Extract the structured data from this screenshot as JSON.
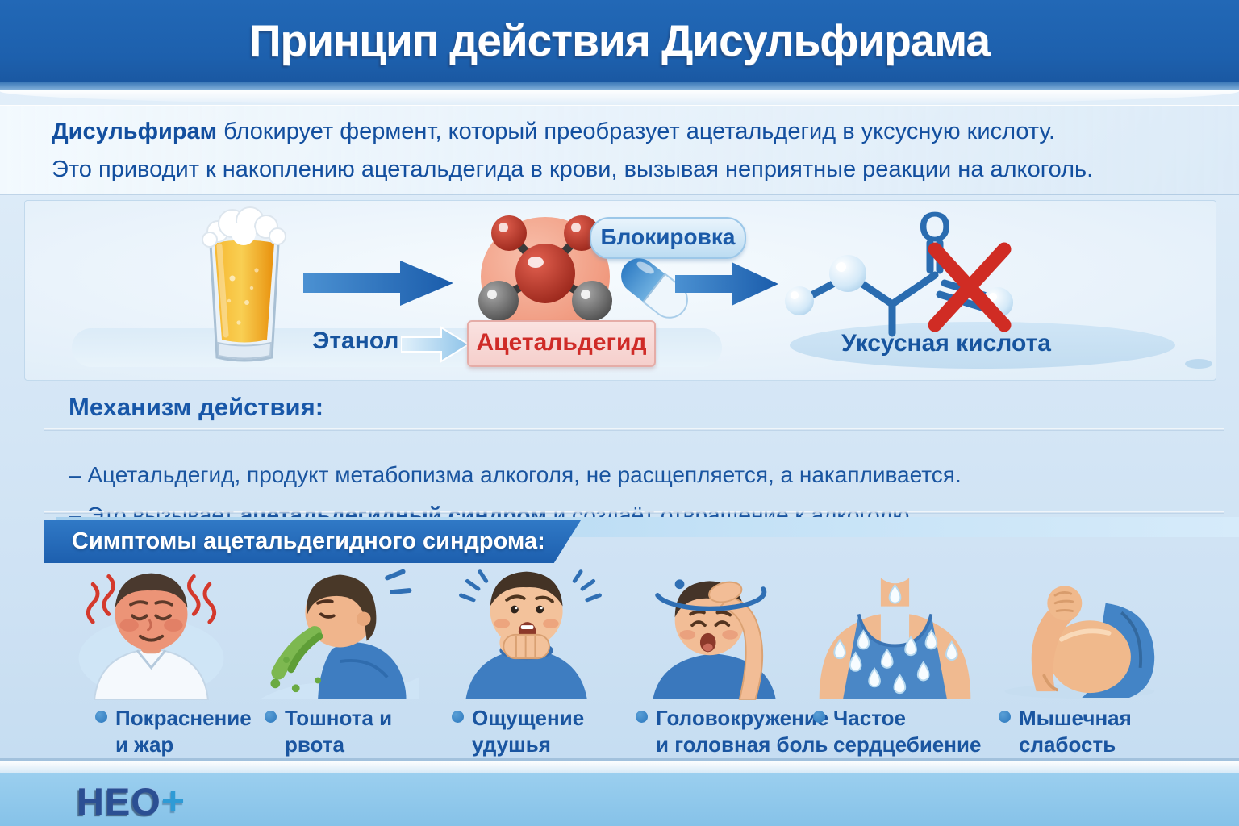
{
  "header": {
    "title": "Принцип действия Дисульфирама"
  },
  "intro": {
    "line1_bold": "Дисульфирам",
    "line1_rest": " блокирует фермент, который преобразует ацетальдегид в уксусную кислоту.",
    "line2": "Это приводит к накоплению ацетальдегида в крови, вызывая неприятные реакции на алкоголь."
  },
  "flow": {
    "ethanol_label": "Этанол",
    "acetaldehyde_label": "Ацетальдегид",
    "blocking_label": "Блокировка",
    "acetic_acid_label": "Уксусная кислота",
    "oxygen_symbol": "O",
    "icons": [
      "beer-glass-icon",
      "flow-arrow-icon",
      "acetaldehyde-molecule-icon",
      "blocking-capsule-icon",
      "flow-arrow-icon",
      "acetic-acid-molecule-icon",
      "blocked-x-icon",
      "water-puddle-shape"
    ]
  },
  "mechanism": {
    "heading": "Механизм действия:",
    "bullet1": "– Ацетальдегид, продукт метабопизма алкоголя, не расщепляется, а накапливается.",
    "bullet2_prefix": "– Это вызывает ",
    "bullet2_bold": "ацетальдегидный синдром",
    "bullet2_suffix": " и создаёт отвращение к алкоголю."
  },
  "symptoms": {
    "heading": "Симптомы ацетальдегидного синдрома:",
    "items": [
      {
        "label": "Покраснение и жар",
        "icon": "flushed-face-illustration"
      },
      {
        "label": "Тошнота и рвота",
        "icon": "vomiting-illustration"
      },
      {
        "label": "Ощущение удушья",
        "icon": "choking-illustration"
      },
      {
        "label": "Головокружение и головная боль",
        "icon": "dizziness-illustration"
      },
      {
        "label": "Частое сердцебиение",
        "icon": "sweating-torso-illustration"
      },
      {
        "label": "Мышечная слабость",
        "icon": "bicep-arm-illustration"
      }
    ]
  },
  "footer": {
    "logo_text": "НЕО",
    "logo_plus": "+"
  },
  "colors": {
    "banner_blue": "#1d60ad",
    "text_blue": "#17549e",
    "accent_red": "#cf2b27",
    "ribbon_blue": "#2470bd",
    "strip_blue": "#aed4ef",
    "footer_blue": "#8ec7ea",
    "arrow_blue": "#1e6cb5",
    "molecule_red": "#c0392b",
    "vomit_green": "#6aaa42"
  }
}
